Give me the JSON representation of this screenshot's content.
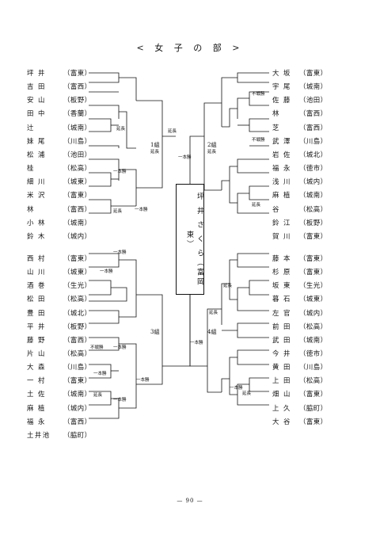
{
  "title": "< 女 子 の 部 >",
  "left": [
    {
      "name": "坪 井",
      "school": "（富東）"
    },
    {
      "name": "吉 田",
      "school": "（富西）"
    },
    {
      "name": "安 山",
      "school": "（板野）"
    },
    {
      "name": "田 中",
      "school": "（香蘭）"
    },
    {
      "name": "辻",
      "school": "（城南）"
    },
    {
      "name": "妹 尾",
      "school": "（川島）"
    },
    {
      "name": "松 浦",
      "school": "（池田）"
    },
    {
      "name": "桂",
      "school": "（松高）"
    },
    {
      "name": "細 川",
      "school": "（城東）"
    },
    {
      "name": "米 沢",
      "school": "（富東）"
    },
    {
      "name": "林",
      "school": "（富西）"
    },
    {
      "name": "小 林",
      "school": "（城南）"
    },
    {
      "name": "鈴 木",
      "school": "（城内）"
    },
    {
      "name": "西 村",
      "school": "（富東）"
    },
    {
      "name": "山 川",
      "school": "（城東）"
    },
    {
      "name": "酒 巻",
      "school": "（生光）"
    },
    {
      "name": "松 田",
      "school": "（松高）"
    },
    {
      "name": "豊 田",
      "school": "（城北）"
    },
    {
      "name": "平 井",
      "school": "（板野）"
    },
    {
      "name": "藤 野",
      "school": "（富西）"
    },
    {
      "name": "片 山",
      "school": "（松高）"
    },
    {
      "name": "大 森",
      "school": "（川島）"
    },
    {
      "name": "一 村",
      "school": "（富東）"
    },
    {
      "name": "土 佐",
      "school": "（城南）"
    },
    {
      "name": "麻 植",
      "school": "（城内）"
    },
    {
      "name": "福 永",
      "school": "（富西）"
    },
    {
      "name": "土井池",
      "school": "（脇町）"
    }
  ],
  "right": [
    {
      "name": "大 坂",
      "school": "（富東）"
    },
    {
      "name": "宇 尾",
      "school": "（城南）"
    },
    {
      "name": "佐 藤",
      "school": "（池田）"
    },
    {
      "name": "林",
      "school": "（富西）"
    },
    {
      "name": "芝",
      "school": "（富西）"
    },
    {
      "name": "武 澤",
      "school": "（川島）"
    },
    {
      "name": "岩 佐",
      "school": "（城北）"
    },
    {
      "name": "福 永",
      "school": "（徳市）"
    },
    {
      "name": "浅 川",
      "school": "（城内）"
    },
    {
      "name": "麻 植",
      "school": "（城南）"
    },
    {
      "name": "谷",
      "school": "（松高）"
    },
    {
      "name": "鈴 江",
      "school": "（板野）"
    },
    {
      "name": "賀 川",
      "school": "（富東）"
    },
    {
      "name": "藤 本",
      "school": "（富東）"
    },
    {
      "name": "杉 原",
      "school": "（富東）"
    },
    {
      "name": "坂 東",
      "school": "（生光）"
    },
    {
      "name": "暮 石",
      "school": "（城東）"
    },
    {
      "name": "左 官",
      "school": "（城内）"
    },
    {
      "name": "前 田",
      "school": "（松高）"
    },
    {
      "name": "武 田",
      "school": "（城南）"
    },
    {
      "name": "今 井",
      "school": "（徳市）"
    },
    {
      "name": "黄 田",
      "school": "（川島）"
    },
    {
      "name": "上 田",
      "school": "（松高）"
    },
    {
      "name": "畑 山",
      "school": "（富東）"
    },
    {
      "name": "上 久",
      "school": "（脇町）"
    },
    {
      "name": "大 谷",
      "school": "（富東）"
    }
  ],
  "groups": {
    "g1": "1組",
    "g2": "2組",
    "g3": "3組",
    "g4": "4組"
  },
  "notes": {
    "encho": "延長",
    "ippon": "一本勝",
    "fusen": "不戦勝"
  },
  "champion": {
    "name": "坪 井 さ く ら",
    "school": "（富岡東）"
  },
  "page_number": "— 90 —"
}
